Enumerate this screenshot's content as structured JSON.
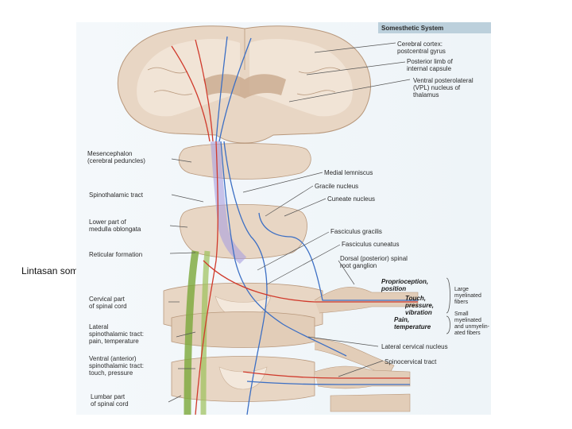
{
  "caption": "Lintasan somaesthesia tubuh",
  "figure": {
    "heading": "Somesthetic System",
    "labels": {
      "cortex_1": "Cerebral cortex:",
      "cortex_2": "postcentral gyrus",
      "capsule_1": "Posterior limb of",
      "capsule_2": "internal capsule",
      "vpl_1": "Ventral posterolateral",
      "vpl_2": "(VPL) nucleus of",
      "vpl_3": "thalamus",
      "mesen_1": "Mesencephalon",
      "mesen_2": "(cerebral peduncles)",
      "medial_lemniscus": "Medial lemniscus",
      "gracile_nucleus": "Gracile nucleus",
      "cuneate_nucleus": "Cuneate nucleus",
      "spinothalamic": "Spinothalamic tract",
      "medulla_1": "Lower part of",
      "medulla_2": "medulla oblongata",
      "fasciculus_gracilis": "Fasciculus gracilis",
      "fasciculus_cuneatus": "Fasciculus cuneatus",
      "reticular": "Reticular formation",
      "drg_1": "Dorsal (posterior) spinal",
      "drg_2": "root ganglion",
      "proprio_1": "Proprioception,",
      "proprio_2": "position",
      "touch_1": "Touch,",
      "touch_2": "pressure,",
      "touch_3": "vibration",
      "pain_1": "Pain,",
      "pain_2": "temperature",
      "large_1": "Large",
      "large_2": "myelinated",
      "large_3": "fibers",
      "small_1": "Small",
      "small_2": "myelinated",
      "small_3": "and unmyelin-",
      "small_4": "ated fibers",
      "cervical_1": "Cervical part",
      "cervical_2": "of spinal cord",
      "lateral_st_1": "Lateral",
      "lateral_st_2": "spinothalamic tract:",
      "lateral_st_3": "pain, temperature",
      "lateral_cervical_nucleus": "Lateral cervical nucleus",
      "ventral_st_1": "Ventral (anterior)",
      "ventral_st_2": "spinothalamic tract:",
      "ventral_st_3": "touch, pressure",
      "spinocervical": "Spinocervical tract",
      "lumbar_1": "Lumbar part",
      "lumbar_2": "of spinal cord"
    },
    "colors": {
      "tissue": "#e8d6c4",
      "tissue_dark": "#cdb49c",
      "red_tract": "#d03a2c",
      "blue_tract": "#3c6fc4",
      "green_tract": "#7aa83a",
      "lilac_tract": "#a99ee0"
    }
  }
}
